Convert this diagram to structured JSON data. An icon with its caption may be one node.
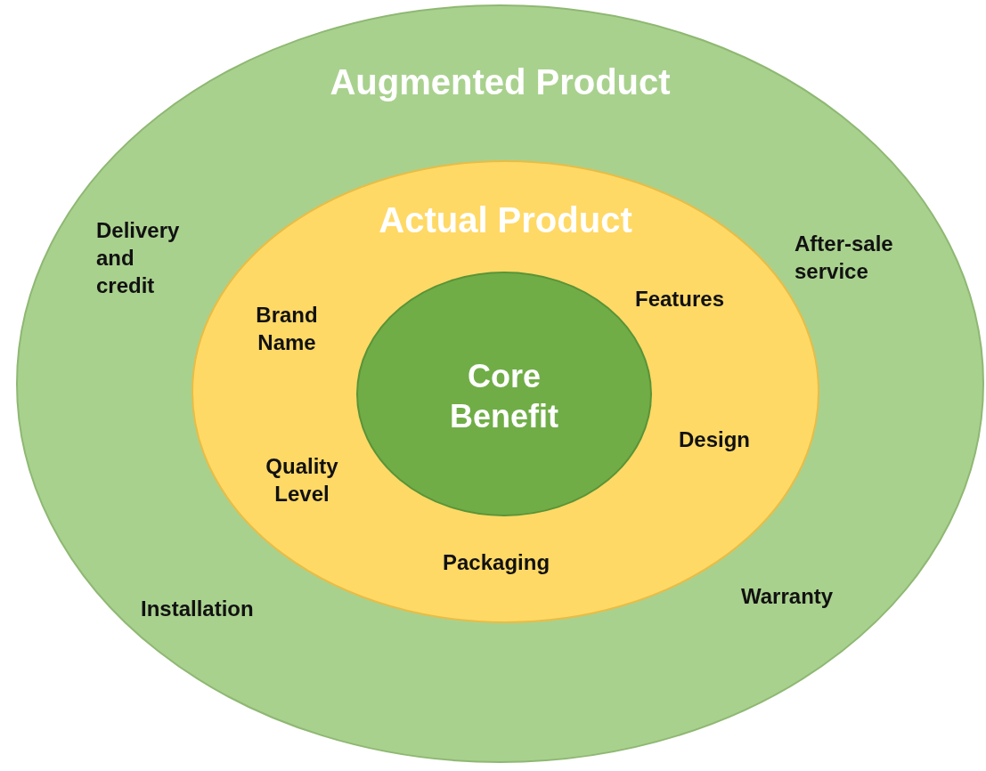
{
  "diagram": {
    "nodes": [
      {
        "text": [
          "Augmented Product"
        ]
      },
      {
        "text": [
          "Actual Product"
        ],
        "in": 0
      },
      {
        "text": [
          "Core Benefit"
        ],
        "in": 1
      }
    ],
    "labels": [
      "Delivery and credit",
      "After-sale service",
      "Features",
      "Brand Name",
      "Design",
      "Quality Level",
      "Packaging",
      "Installation",
      "Warranty"
    ]
  }
}
